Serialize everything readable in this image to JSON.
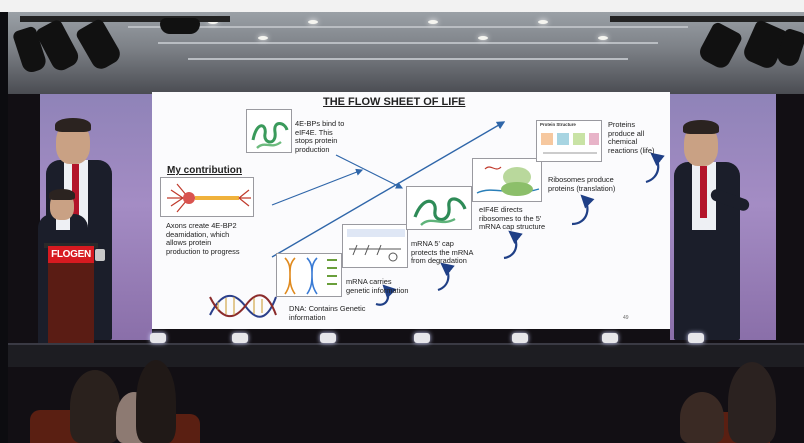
{
  "podium": {
    "sign": "FLOGEN"
  },
  "slide": {
    "title": "THE FLOW SHEET OF LIFE",
    "contribution_heading": "My contribution",
    "page_number": "49",
    "steps": {
      "axons": [
        "Axons create 4E-BP2",
        "deamidation, which",
        "allows protein",
        "production to progress"
      ],
      "binding": [
        "4E-BPs bind to",
        "eIF4E. This",
        "stops protein",
        "production"
      ],
      "dna": [
        "DNA: Contains Genetic",
        "information"
      ],
      "mrna": [
        "mRNA  carries",
        "genetic information"
      ],
      "cap": [
        "mRNA 5' cap",
        "protects the mRNA",
        "from degradation"
      ],
      "eif4e": [
        "eIF4E directs",
        "ribosomes to the 5'",
        "mRNA cap structure"
      ],
      "ribosomes": [
        "Ribosomes produce",
        "proteins (translation)"
      ],
      "proteins": [
        "Proteins",
        "produce all",
        "chemical",
        "reactions (life)"
      ]
    },
    "figure_labels": {
      "protein_structure": "Protein Structure"
    }
  }
}
